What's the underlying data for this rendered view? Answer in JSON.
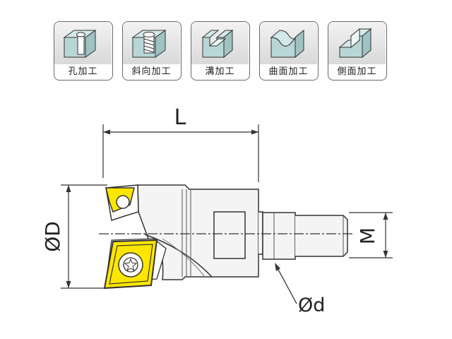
{
  "tiles": [
    {
      "label": "孔加工",
      "icon": "hole-machining-icon"
    },
    {
      "label": "斜向加工",
      "icon": "ramping-icon"
    },
    {
      "label": "溝加工",
      "icon": "slotting-icon"
    },
    {
      "label": "曲面加工",
      "icon": "contouring-icon"
    },
    {
      "label": "側面加工",
      "icon": "shoulder-machining-icon"
    }
  ],
  "dimensions": {
    "length": "L",
    "cutting_diameter": "ØD",
    "thread": "M",
    "shank_diameter": "Ød"
  },
  "colors": {
    "insert": "#ffe600",
    "block_top": "#d3e8e8",
    "block_side": "#9fc2c2",
    "line": "#333333"
  }
}
